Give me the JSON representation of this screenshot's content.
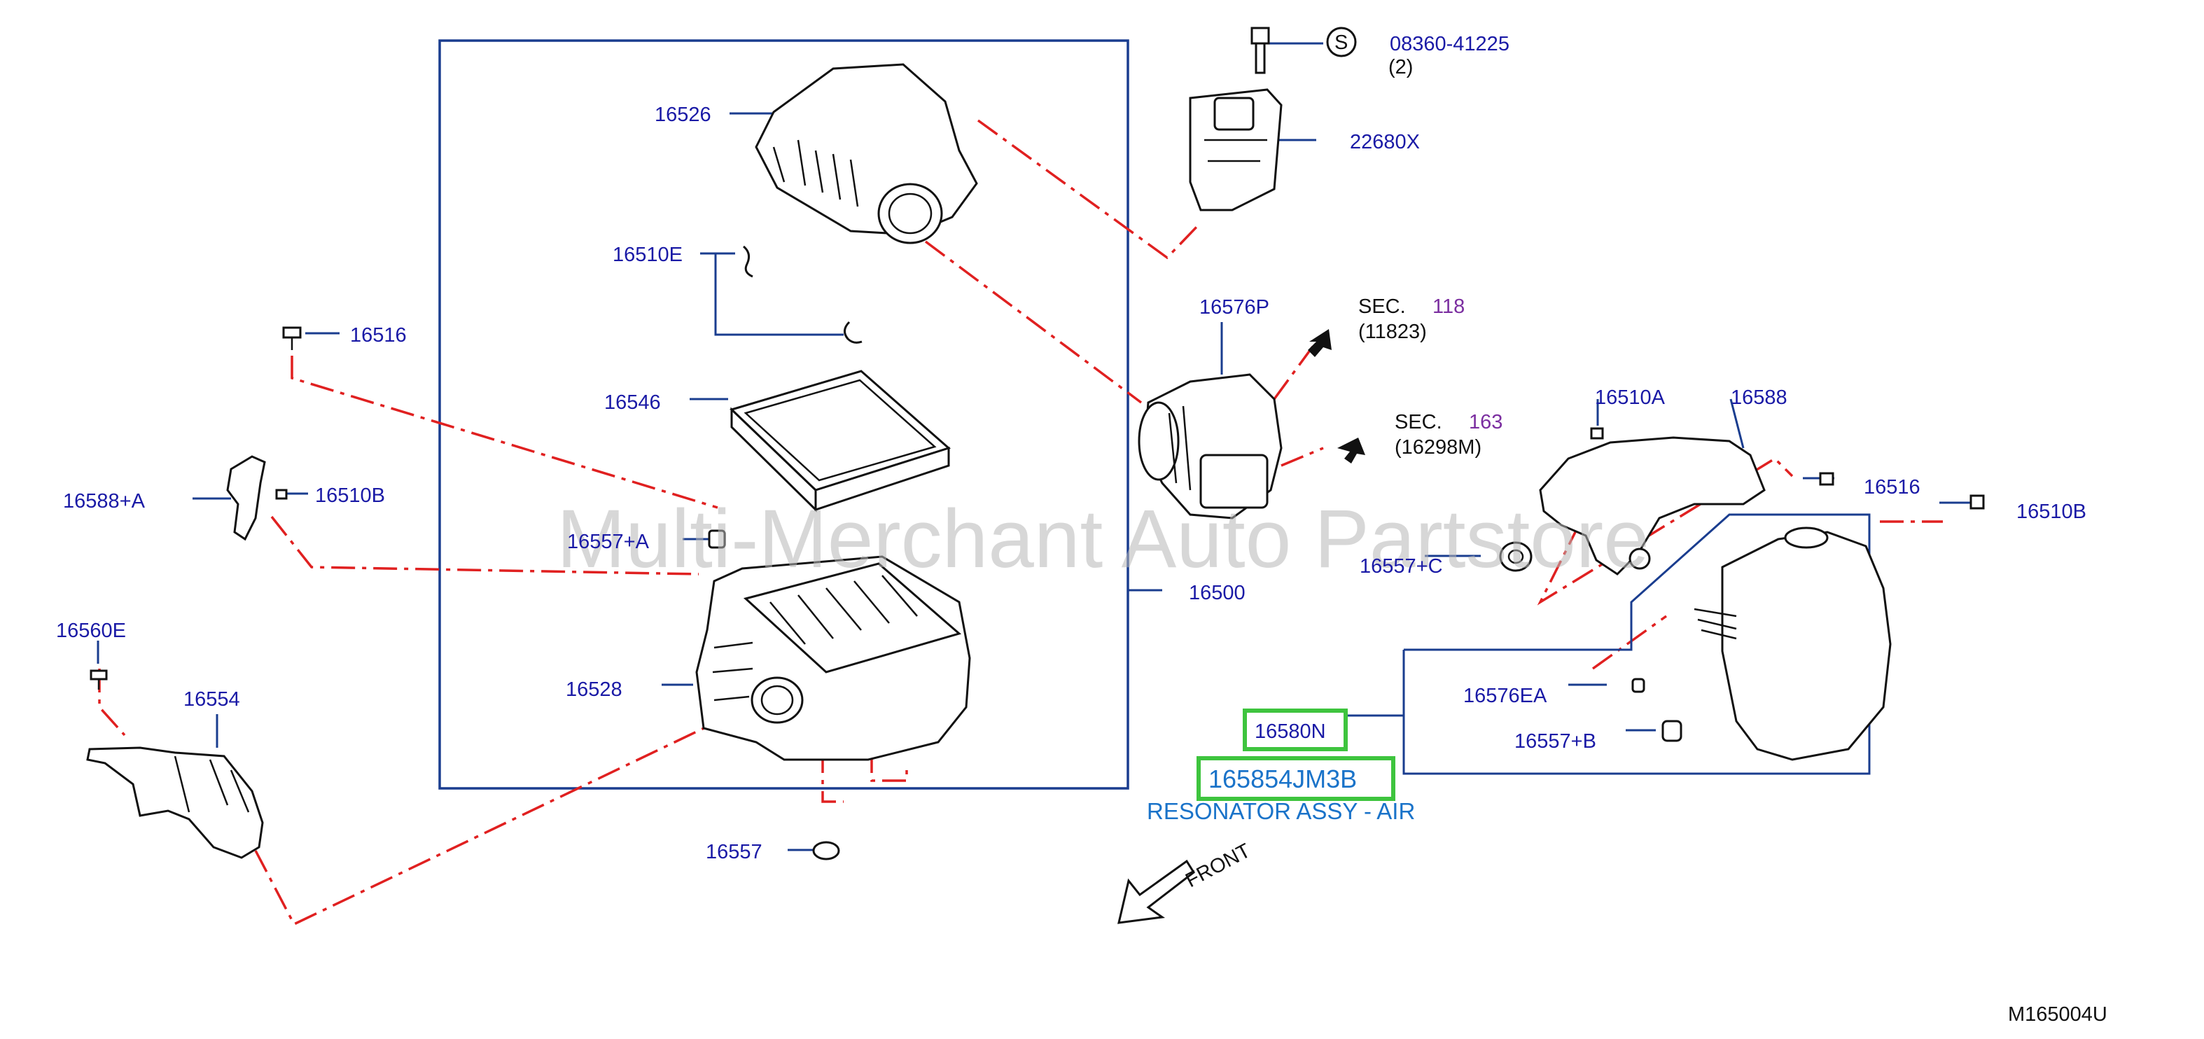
{
  "watermark": "Multi-Merchant Auto Partstore",
  "diagram_code": "M165004U",
  "selected": {
    "part_number": "165854JM3B",
    "description": "RESONATOR ASSY - AIR",
    "related_callout": "16580N"
  },
  "callouts": {
    "p16526": "16526",
    "p16510E": "16510E",
    "p16516_left": "16516",
    "p16546": "16546",
    "p16588A": "16588+A",
    "p16510B_left": "16510B",
    "p16557A": "16557+A",
    "p16560E": "16560E",
    "p16554": "16554",
    "p16528": "16528",
    "p16557": "16557",
    "p16500": "16500",
    "bolt": "08360-41225",
    "bolt_qty": "(2)",
    "bolt_symbol": "S",
    "p22680X": "22680X",
    "p16576P": "16576P",
    "sec1_label": "SEC.",
    "sec1_num": "118",
    "sec1_ref": "(11823)",
    "sec2_label": "SEC.",
    "sec2_num": "163",
    "sec2_ref": "(16298M)",
    "p16510A": "16510A",
    "p16588": "16588",
    "p16516_right": "16516",
    "p16510B_right": "16510B",
    "p16557C": "16557+C",
    "p16576EA": "16576EA",
    "p16557B": "16557+B",
    "front": "FRONT"
  },
  "colors": {
    "callout_text": "#1a1aa6",
    "leader_line": "#1a3d8f",
    "dash_line": "#e02020",
    "highlight_box": "#3ec43e",
    "highlight_text": "#1a73c9",
    "section_number": "#7b2ea0"
  }
}
